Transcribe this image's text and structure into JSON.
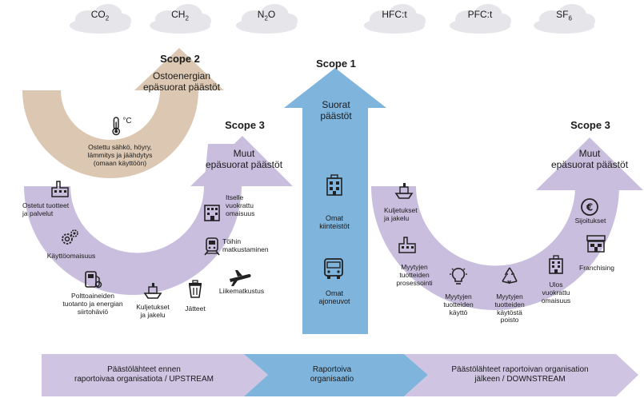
{
  "gases": [
    {
      "base": "CO",
      "sub": "2"
    },
    {
      "base": "CH",
      "sub": "2"
    },
    {
      "base": "N",
      "sub": "2",
      "tail": "O"
    },
    {
      "base": "HFC:t",
      "sub": ""
    },
    {
      "base": "PFC:t",
      "sub": ""
    },
    {
      "base": "SF",
      "sub": "6"
    }
  ],
  "scope2": {
    "title": "Scope 2",
    "subtitle": "Ostoenergian\nepäsuorat päästöt",
    "item": "Ostettu sähkö, höyry,\nlämmitys ja jäähdytys\n(omaan käyttöön)",
    "unit": "°C"
  },
  "scope1": {
    "title": "Scope 1",
    "subtitle": "Suorat\npäästöt",
    "items": [
      "Omat\nkiinteistöt",
      "Omat\najoneuvot"
    ]
  },
  "scope3_up": {
    "title": "Scope 3",
    "subtitle": "Muut\nepäsuorat päästöt",
    "items": [
      "Ostetut tuotteet\nja palvelut",
      "Käyttöomaisuus",
      "Polttoaineiden\ntuotanto ja energian\nsiirtohäviö",
      "Kuljetukset\nja jakelu",
      "Jätteet",
      "Liikematkustus",
      "Töihin\nmatkustaminen",
      "Itselle\nvuokrattu\nomaisuus"
    ]
  },
  "scope3_down": {
    "title": "Scope 3",
    "subtitle": "Muut\nepäsuorat päästöt",
    "items": [
      "Kuljetukset\nja jakelu",
      "Myytyjen\ntuotteiden\nprosessointi",
      "Myytyjen\ntuotteiden\nkäyttö",
      "Myytyjen\ntuotteiden\nkäytöstä\npoisto",
      "Ulos\nvuokrattu\nomaisuus",
      "Franchising",
      "Sijoitukset"
    ]
  },
  "bottom": {
    "upstream": "Päästölähteet ennen\nraportoivaa organisatiota / UPSTREAM",
    "center": "Raportoiva\norganisaatio",
    "downstream": "Päästölähteet raportoivan organisation\njälkeen / DOWNSTREAM"
  },
  "colors": {
    "cloud": "#e6e6ea",
    "tan": "#dcc8b2",
    "blue": "#7fb4dc",
    "lavender": "#c9bedd",
    "bar_lavender": "#cfc4e2",
    "bar_blue": "#7fb4dc"
  }
}
